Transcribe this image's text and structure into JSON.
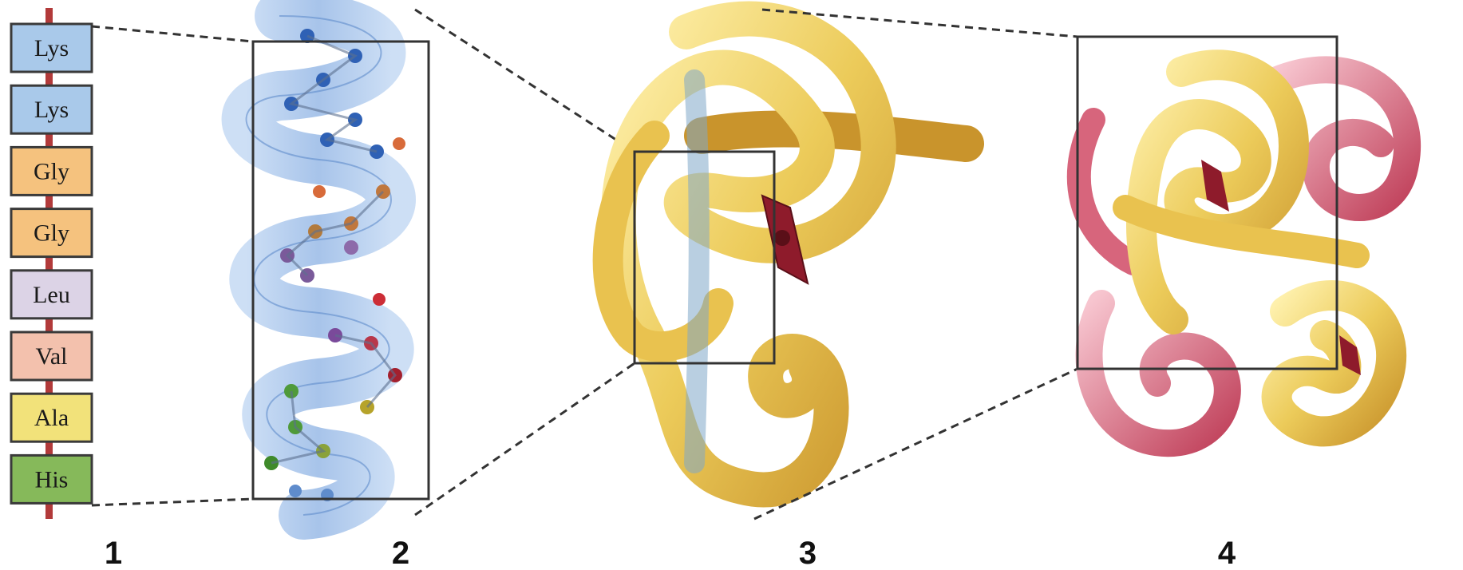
{
  "panels": [
    {
      "number": "1"
    },
    {
      "number": "2"
    },
    {
      "number": "3"
    },
    {
      "number": "4"
    }
  ],
  "amino_acids": [
    {
      "label": "Lys",
      "color": "#a9c9ea"
    },
    {
      "label": "Lys",
      "color": "#a9c9ea"
    },
    {
      "label": "Gly",
      "color": "#f5c27e"
    },
    {
      "label": "Gly",
      "color": "#f5c27e"
    },
    {
      "label": "Leu",
      "color": "#dcd3e6"
    },
    {
      "label": "Val",
      "color": "#f3c1ad"
    },
    {
      "label": "Ala",
      "color": "#f2e27a"
    },
    {
      "label": "His",
      "color": "#86b95a"
    }
  ],
  "colors": {
    "backbone": "#b23a3a",
    "helix": "#6f9bd6",
    "tertiary": "#ecc650",
    "quaternary_pink": "#d7657c",
    "heme": "#8e1b2b",
    "frame": "#333333"
  }
}
